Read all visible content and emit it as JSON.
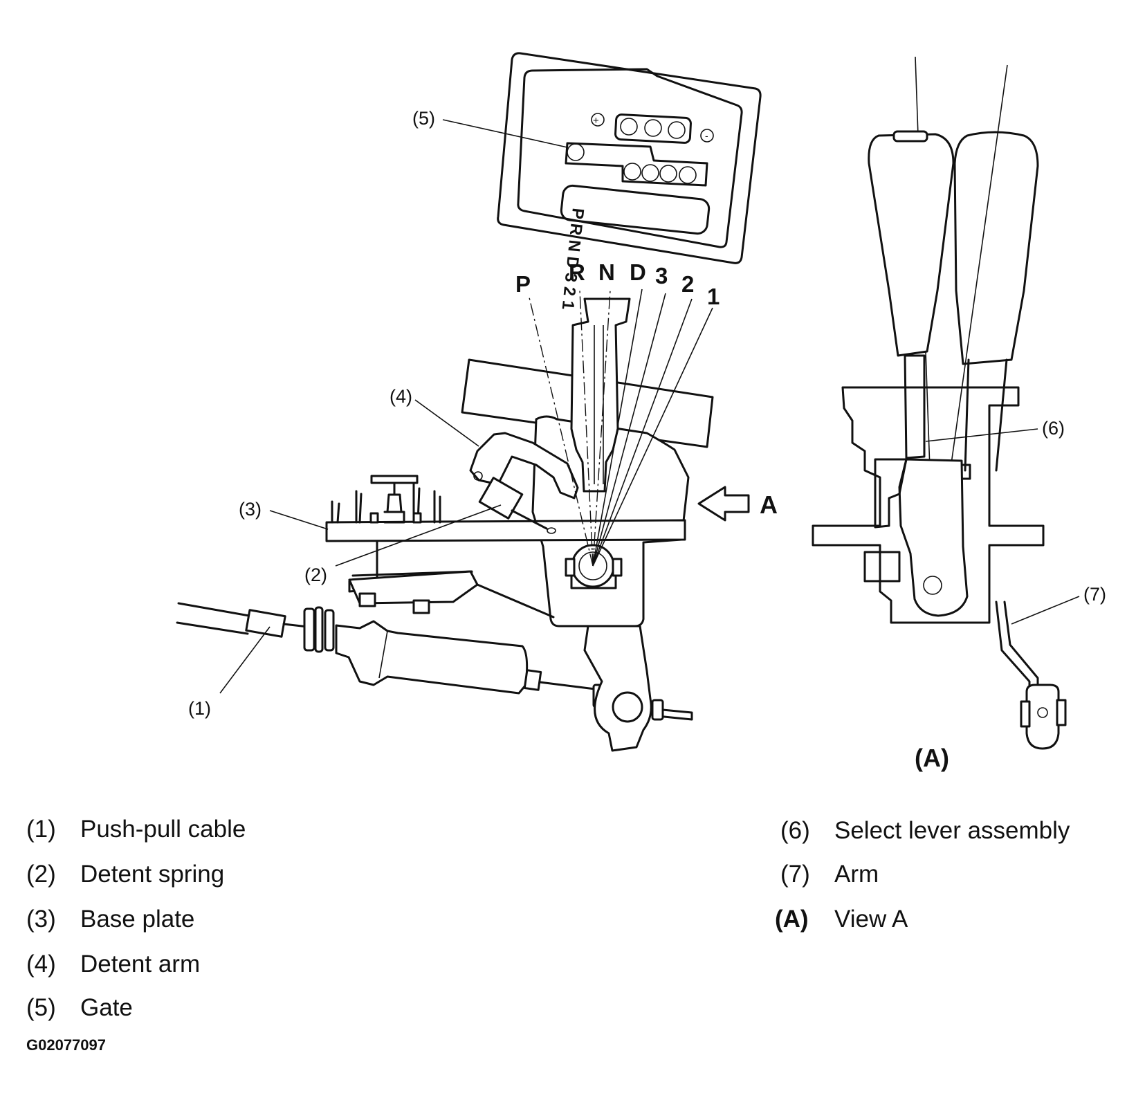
{
  "callouts": {
    "c1": "(1)",
    "c2": "(2)",
    "c3": "(3)",
    "c4": "(4)",
    "c5": "(5)",
    "c6": "(6)",
    "c7": "(7)"
  },
  "shift_positions": [
    "P",
    "R",
    "N",
    "D",
    "3",
    "2",
    "1"
  ],
  "gate_plate_text": "P R N D 3 2 1",
  "view_arrow_label": "A",
  "view_title": "(A)",
  "legend_left": [
    {
      "num": "(1)",
      "text": "Push-pull cable"
    },
    {
      "num": "(2)",
      "text": "Detent spring"
    },
    {
      "num": "(3)",
      "text": "Base plate"
    },
    {
      "num": "(4)",
      "text": "Detent arm"
    },
    {
      "num": "(5)",
      "text": "Gate"
    }
  ],
  "legend_right": [
    {
      "num": "(6)",
      "text": "Select lever assembly"
    },
    {
      "num": "(7)",
      "text": "Arm"
    },
    {
      "num": "(A)",
      "text": "View A"
    }
  ],
  "figure_id": "G02077097"
}
